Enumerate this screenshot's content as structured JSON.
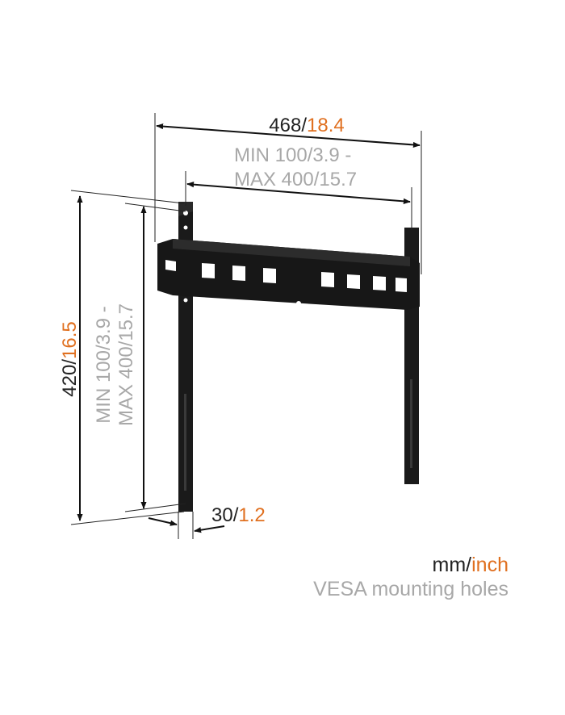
{
  "colors": {
    "accent": "#e07020",
    "dark": "#222222",
    "grey": "#a8a8a8",
    "bracket": "#1a1a1a"
  },
  "width": {
    "mm": "468",
    "sep": "/",
    "inch": "18.4"
  },
  "vesa_horizontal": {
    "line1_a": "MIN 100",
    "line1_b": "/3.9 -",
    "line2_a": "MAX 400",
    "line2_b": "/15.7"
  },
  "height": {
    "mm": "420",
    "sep": "/",
    "inch": "16.5"
  },
  "vesa_vertical": {
    "line1_a": "MIN 100",
    "line1_b": "/3.9 -",
    "line2_a": "MAX 400",
    "line2_b": "/15.7"
  },
  "depth": {
    "mm": "30",
    "sep": "/",
    "inch": "1.2"
  },
  "legend": {
    "mm": "mm",
    "sep": "/",
    "inch": "inch",
    "note": "VESA mounting holes"
  }
}
